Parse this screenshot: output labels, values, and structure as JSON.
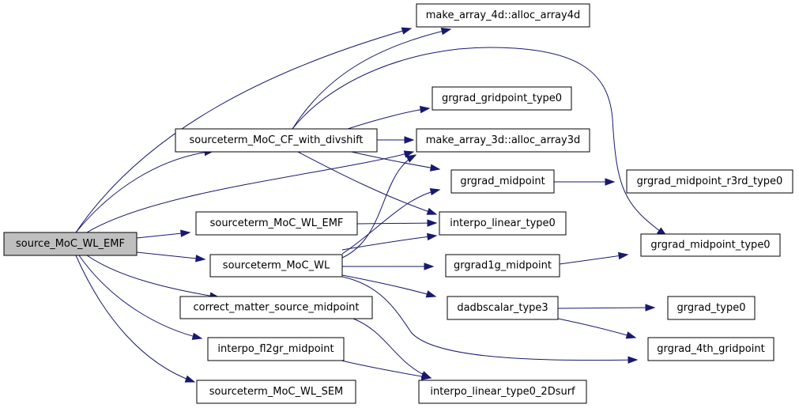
{
  "graph": {
    "type": "call-graph",
    "nodes": [
      {
        "id": "root",
        "label": "source_MoC_WL_EMF",
        "root": true
      },
      {
        "id": "alloc4d",
        "label": "make_array_4d::alloc_array4d"
      },
      {
        "id": "gp0",
        "label": "grgrad_gridpoint_type0"
      },
      {
        "id": "cfdiv",
        "label": "sourceterm_MoC_CF_with_divshift"
      },
      {
        "id": "alloc3d",
        "label": "make_array_3d::alloc_array3d"
      },
      {
        "id": "midpt",
        "label": "grgrad_midpoint"
      },
      {
        "id": "mid_r3rd",
        "label": "grgrad_midpoint_r3rd_type0"
      },
      {
        "id": "wlemf",
        "label": "sourceterm_MoC_WL_EMF"
      },
      {
        "id": "interp",
        "label": "interpo_linear_type0"
      },
      {
        "id": "mid_t0",
        "label": "grgrad_midpoint_type0"
      },
      {
        "id": "wl",
        "label": "sourceterm_MoC_WL"
      },
      {
        "id": "g1g",
        "label": "grgrad1g_midpoint"
      },
      {
        "id": "correct",
        "label": "correct_matter_source_midpoint"
      },
      {
        "id": "dadb",
        "label": "dadbscalar_type3"
      },
      {
        "id": "gt0",
        "label": "grgrad_type0"
      },
      {
        "id": "fl2gr",
        "label": "interpo_fl2gr_midpoint"
      },
      {
        "id": "g4th",
        "label": "grgrad_4th_gridpoint"
      },
      {
        "id": "wlsem",
        "label": "sourceterm_MoC_WL_SEM"
      },
      {
        "id": "interp2d",
        "label": "interpo_linear_type0_2Dsurf"
      }
    ],
    "edges": [
      [
        "root",
        "alloc4d"
      ],
      [
        "root",
        "cfdiv"
      ],
      [
        "root",
        "alloc3d"
      ],
      [
        "root",
        "wlemf"
      ],
      [
        "root",
        "wl"
      ],
      [
        "root",
        "correct"
      ],
      [
        "root",
        "fl2gr"
      ],
      [
        "root",
        "wlsem"
      ],
      [
        "cfdiv",
        "alloc4d"
      ],
      [
        "cfdiv",
        "gp0"
      ],
      [
        "cfdiv",
        "alloc3d"
      ],
      [
        "cfdiv",
        "midpt"
      ],
      [
        "cfdiv",
        "interp"
      ],
      [
        "cfdiv",
        "mid_t0"
      ],
      [
        "wlemf",
        "interp"
      ],
      [
        "wl",
        "alloc3d"
      ],
      [
        "wl",
        "midpt"
      ],
      [
        "wl",
        "interp"
      ],
      [
        "wl",
        "g1g"
      ],
      [
        "wl",
        "dadb"
      ],
      [
        "wl",
        "g4th"
      ],
      [
        "midpt",
        "mid_r3rd"
      ],
      [
        "g1g",
        "mid_t0"
      ],
      [
        "dadb",
        "gt0"
      ],
      [
        "dadb",
        "g4th"
      ],
      [
        "correct",
        "interp2d"
      ],
      [
        "fl2gr",
        "interp2d"
      ]
    ]
  }
}
